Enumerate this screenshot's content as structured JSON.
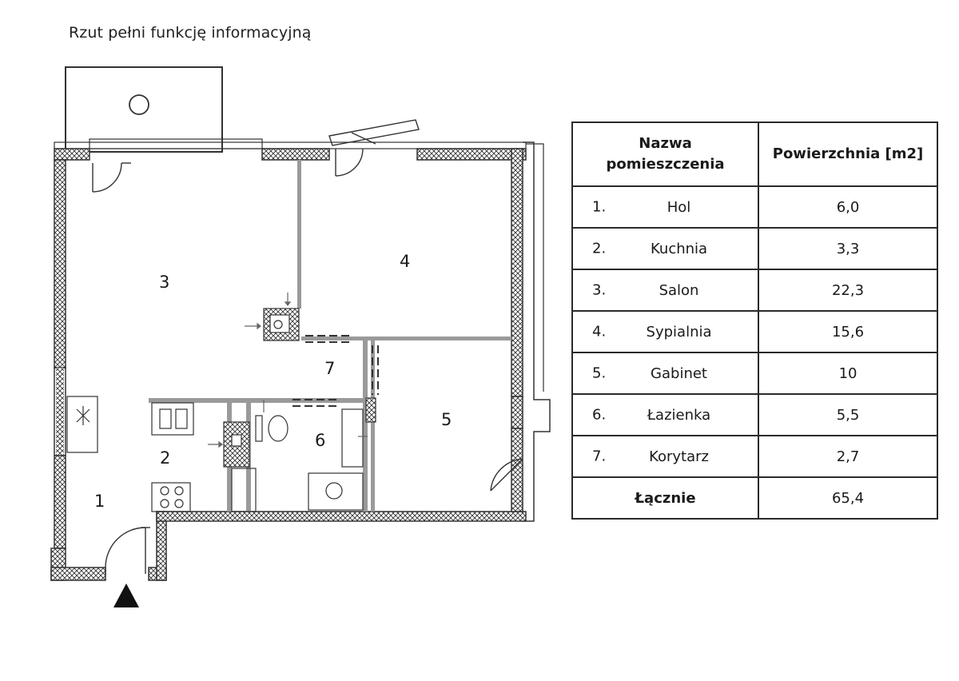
{
  "caption": "Rzut pełni funkcję informacyjną",
  "plan": {
    "rooms": [
      {
        "id": "1",
        "label": "1"
      },
      {
        "id": "2",
        "label": "2"
      },
      {
        "id": "3",
        "label": "3"
      },
      {
        "id": "4",
        "label": "4"
      },
      {
        "id": "5",
        "label": "5"
      },
      {
        "id": "6",
        "label": "6"
      },
      {
        "id": "7",
        "label": "7"
      }
    ],
    "entrance_marker": "entrance-triangle"
  },
  "table": {
    "header": {
      "name": "Nazwa pomieszczenia",
      "name_line1": "Nazwa",
      "name_line2": "pomieszczenia",
      "area": "Powierzchnia [m2]"
    },
    "rows": [
      {
        "idx": "1.",
        "name": "Hol",
        "area": "6,0"
      },
      {
        "idx": "2.",
        "name": "Kuchnia",
        "area": "3,3"
      },
      {
        "idx": "3.",
        "name": "Salon",
        "area": "22,3"
      },
      {
        "idx": "4.",
        "name": "Sypialnia",
        "area": "15,6"
      },
      {
        "idx": "5.",
        "name": "Gabinet",
        "area": "10"
      },
      {
        "idx": "6.",
        "name": "Łazienka",
        "area": "5,5"
      },
      {
        "idx": "7.",
        "name": "Korytarz",
        "area": "2,7"
      }
    ],
    "total": {
      "label": "Łącznie",
      "area": "65,4"
    }
  }
}
